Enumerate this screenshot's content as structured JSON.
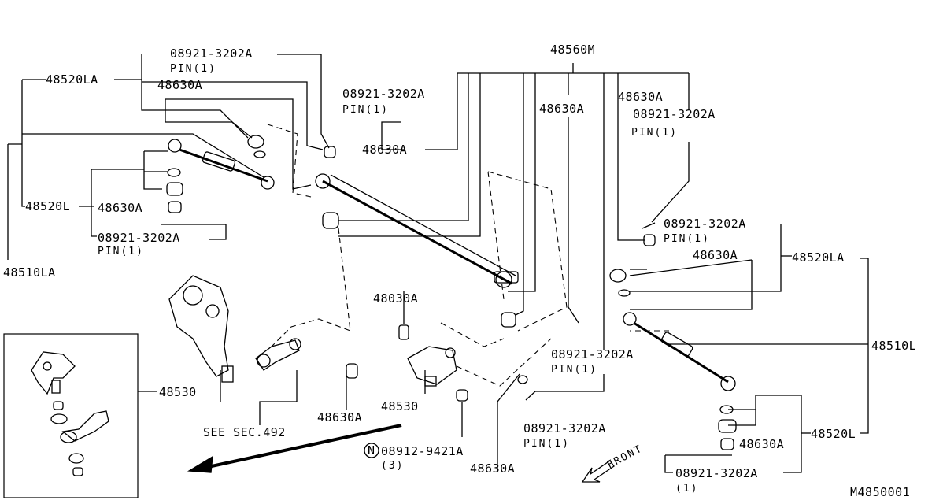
{
  "labels": {
    "pin_08921_a": "08921-3202A",
    "pin_a": "PIN(1)",
    "p48520la": "48520LA",
    "p48630a_1": "48630A",
    "pin_08921_b": "08921-3202A",
    "pin_b": "PIN(1)",
    "p48630a_2": "48630A",
    "p48560m": "48560M",
    "p48630a_3": "48630A",
    "p48630a_4": "48630A",
    "pin_08921_c": "08921-3202A",
    "pin_c": "PIN(1)",
    "p48520l": "48520L",
    "p48630a_5": "48630A",
    "pin_08921_d": "08921-3202A",
    "pin_d": "PIN(1)",
    "p48510la": "48510LA",
    "pin_08921_e": "08921-3202A",
    "pin_e": "PIN(1)",
    "p48630a_6": "48630A",
    "p48520la_r": "48520LA",
    "p48030a": "48030A",
    "pin_08921_f": "08921-3202A",
    "pin_f": "PIN(1)",
    "p48510l": "48510L",
    "p48530_a": "48530",
    "p48530_b": "48530",
    "p48630a_7": "48630A",
    "see_sec": "SEE SEC.492",
    "pin_08921_g": "08921-3202A",
    "pin_g": "PIN(1)",
    "n_part": "08912-9421A",
    "n_qty": "(3)",
    "p48630a_8": "48630A",
    "front": "FRONT",
    "p48630a_9": "48630A",
    "p48520l_r": "48520L",
    "pin_08921_h": "08921-3202A",
    "pin_h": "(1)",
    "diagram_id": "M4850001"
  }
}
